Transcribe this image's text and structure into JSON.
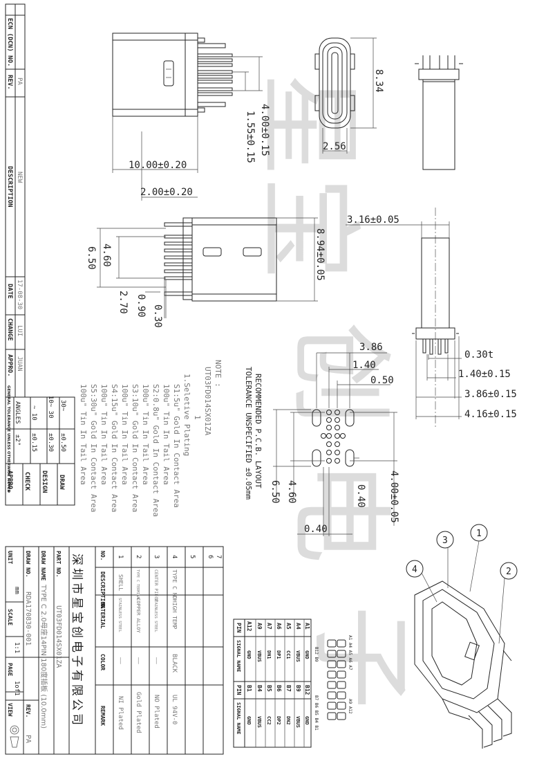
{
  "watermark": "星宝创电子",
  "revision_block": {
    "headers": [
      "ECN (DCN) NO.",
      "REV.",
      "DESCRIPTION",
      "DATE",
      "CHANGE",
      "APPRO."
    ],
    "row": {
      "rev": "PA",
      "description": "NEW",
      "date": "17-08-30",
      "change": "LUI",
      "appro": "JUAN"
    }
  },
  "tolerance": {
    "title": "GENERAL TOLERANCE UNLESS OTHERWISE NOTED",
    "rows": [
      [
        "30~",
        "±0.50"
      ],
      [
        "10~ 30",
        "±0.30"
      ],
      [
        "~ 10",
        "±0.15"
      ],
      [
        "ANGLES",
        "±2°"
      ]
    ]
  },
  "signoff": [
    "DRAW",
    "DESIGN",
    "CHECK",
    "APPRO."
  ],
  "dimensions": {
    "top_view": [
      "10.00±0.20",
      "2.00±0.20",
      "4.00±0.15",
      "1.55±0.15"
    ],
    "front_view": [
      "8.34",
      "2.56"
    ],
    "bottom_view": [
      "6.50",
      "4.60",
      "2.70",
      "0.90",
      "0.30",
      "8.94±0.05"
    ],
    "side_view": [
      "3.16±0.05",
      "0.30t",
      "1.40±0.15",
      "3.86±0.15",
      "4.16±0.15"
    ],
    "pcb": [
      "3.86",
      "1.40",
      "0.50",
      "4.60",
      "6.50",
      "0.40",
      "0.40",
      "4.00±0.05"
    ]
  },
  "pcb_layout": {
    "title": "RECOMMENDED P.C.B. LAYOUT",
    "tolerance": "TOLERANCE UNSPECIFIED ±0.05mm"
  },
  "notes": {
    "header": "NOTE :",
    "part": "UT03FD014SX01ZA",
    "lines": [
      "1",
      "1.Seletive Plating",
      "S1:5u\" Gold In Contact Area",
      "   100u\" Tin  In Tail Area",
      "S2:0.8u\" Gold In Contact Area",
      "   100u\" Tin  In Tail Area",
      "S3:10u\" Gold In Contact Area",
      "   100u\" Tin  In Tail Area",
      "S4:15u\" Gold In Contact Area",
      "   100u\" Tin  In Tail Area",
      "S5:30u\" Gold In Contact Area",
      "   100u\" Tin  In Tail Area"
    ]
  },
  "bom": {
    "headers": [
      "NO.",
      "DESCRIPTION",
      "MATERIAL",
      "COLOR",
      "REMARK"
    ],
    "rows": [
      [
        "7",
        "",
        "",
        "",
        ""
      ],
      [
        "6",
        "",
        "",
        "",
        ""
      ],
      [
        "5",
        "",
        "",
        "",
        ""
      ],
      [
        "4",
        "TYPE C MD",
        "HIGH TEMP",
        "BLACK",
        "UL 94V-0"
      ],
      [
        "3",
        "CENTER PIECE",
        "STAINLESS STEEL",
        "——",
        "NO Plated"
      ],
      [
        "2",
        "TYPE C TERMINAL",
        "COPPER ALLOY",
        "——",
        "Gold Plated"
      ],
      [
        "1",
        "SHELL",
        "STAINLESS STEEL",
        "——",
        "NI Plated"
      ]
    ]
  },
  "title_block": {
    "company": "深圳市星宝创电子有限公司",
    "labels": [
      "PART NO.",
      "DRAW NAME",
      "DRAW NO.",
      "UNIT",
      "SCALE",
      "PAGE",
      "VIEW",
      "REV."
    ],
    "part_no": "UT03FD014SX01ZA",
    "draw_name": "TYPE C 2.0母座14PIN 180度插板 (10.0mm)",
    "draw_no": "RDA170830-001",
    "unit": "mm",
    "scale": "1:1",
    "page": "1of1",
    "rev": "PA"
  },
  "pin_table": {
    "headers": [
      "PIN",
      "SIGNAL NAME",
      "PIN",
      "SIGNAL NAME"
    ],
    "rows": [
      [
        "A1",
        "GND",
        "B12",
        "GND"
      ],
      [
        "A4",
        "VBUS",
        "B9",
        "VBUS"
      ],
      [
        "A5",
        "CC1",
        "B7",
        "DN2"
      ],
      [
        "A6",
        "DP1",
        "B6",
        "DP2"
      ],
      [
        "A7",
        "DN1",
        "B5",
        "CC2"
      ],
      [
        "A9",
        "VBUS",
        "B4",
        "VBUS"
      ],
      [
        "A12",
        "GND",
        "B1",
        "GND"
      ]
    ]
  },
  "pin_map": {
    "top": "B12 B9",
    "top2": "A1 A4 A5 A6 A7",
    "bottom": "B7 B6 B5 B4 B1",
    "bottom2": "A9 A12"
  },
  "balloons": [
    "1",
    "2",
    "3",
    "4"
  ]
}
